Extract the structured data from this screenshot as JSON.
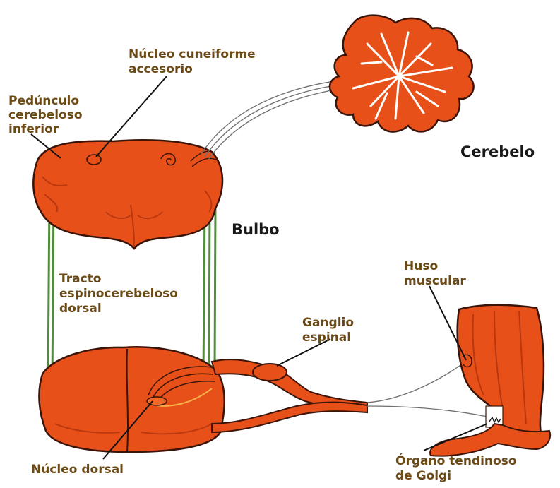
{
  "colors": {
    "tissue": "#e8501a",
    "tissue_dark": "#b8370f",
    "tissue_light": "#f26a2a",
    "outline": "#3a1408",
    "tract": "#4f8f3a",
    "label_text": "#6b4a16",
    "title_text": "#1a1a1a"
  },
  "labels": {
    "nucleo_cuneiforme": [
      "Núcleo cuneiforme",
      "accesorio"
    ],
    "pedunculo": [
      "Pedúnculo",
      "cerebeloso",
      "inferior"
    ],
    "cerebelo": "Cerebelo",
    "bulbo": "Bulbo",
    "tracto": [
      "Tracto",
      "espinocerebeloso",
      "dorsal"
    ],
    "ganglio": [
      "Ganglio",
      "espinal"
    ],
    "huso": [
      "Huso",
      "muscular"
    ],
    "nucleo_dorsal": "Núcleo dorsal",
    "organo_golgi": [
      "Órgano tendinoso",
      "de Golgi"
    ]
  },
  "icons": {
    "cerebellum": "cerebellum-icon",
    "medulla": "medulla-section-icon",
    "spinal_cord": "spinal-cord-section-icon",
    "muscle": "muscle-icon"
  }
}
